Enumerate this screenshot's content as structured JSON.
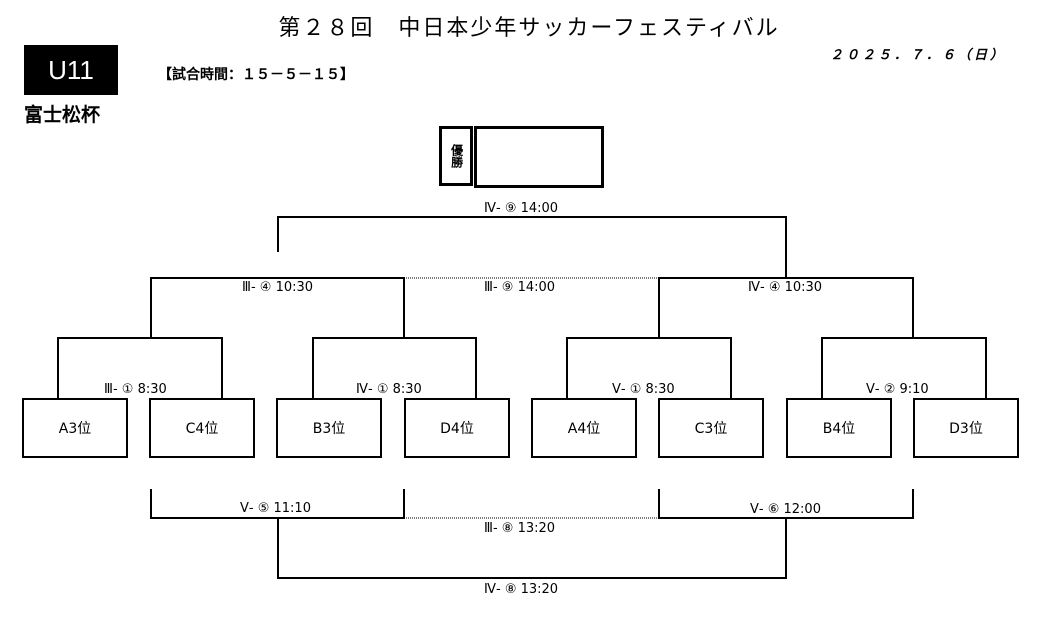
{
  "header": {
    "title": "第２８回　中日本少年サッカーフェスティバル",
    "date": "２０２５．７．６（日）",
    "category": "U11",
    "cup_name": "富士松杯",
    "match_time": "【試合時間：１５－５－１５】"
  },
  "winner": {
    "label": "優勝"
  },
  "teams": [
    "A3位",
    "C4位",
    "B3位",
    "D4位",
    "A4位",
    "C3位",
    "B4位",
    "D3位"
  ],
  "matches": {
    "final": "Ⅳ- ⑨ 14:00",
    "semi_left": "Ⅲ- ④ 10:30",
    "third_place": "Ⅲ- ⑨ 14:00",
    "semi_right": "Ⅳ- ④ 10:30",
    "q1": "Ⅲ- ① 8:30",
    "q2": "Ⅳ- ① 8:30",
    "q3": "Ⅴ- ① 8:30",
    "q4": "Ⅴ- ② 9:10",
    "cons_left": "Ⅴ- ⑤ 11:10",
    "cons_mid": "Ⅲ- ⑧ 13:20",
    "cons_right": "Ⅴ- ⑥ 12:00",
    "cons_final": "Ⅳ- ⑧ 13:20"
  }
}
